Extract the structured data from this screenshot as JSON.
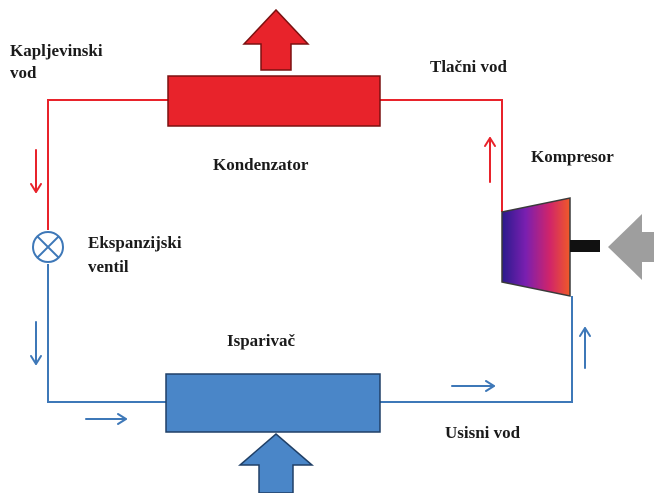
{
  "labels": {
    "liquid_line_1": "Kapljevinski",
    "liquid_line_2": "vod",
    "discharge_line": "Tlačni vod",
    "condenser": "Kondenzator",
    "compressor": "Kompresor",
    "expansion_valve_1": "Ekspanzijski",
    "expansion_valve_2": "ventil",
    "evaporator": "Isparivač",
    "suction_line": "Usisni vod"
  },
  "colors": {
    "hot_line": "#e8232b",
    "cold_line": "#3e78b8",
    "condenser_fill": "#e8232b",
    "evaporator_fill": "#4a86c8",
    "valve_stroke": "#3e78b8",
    "heat_in_arrow": "#9e9e9e",
    "shaft": "#111111",
    "compressor_gradient": [
      "#2a1a8c",
      "#7a1fb0",
      "#d0246a",
      "#f05a28"
    ]
  }
}
